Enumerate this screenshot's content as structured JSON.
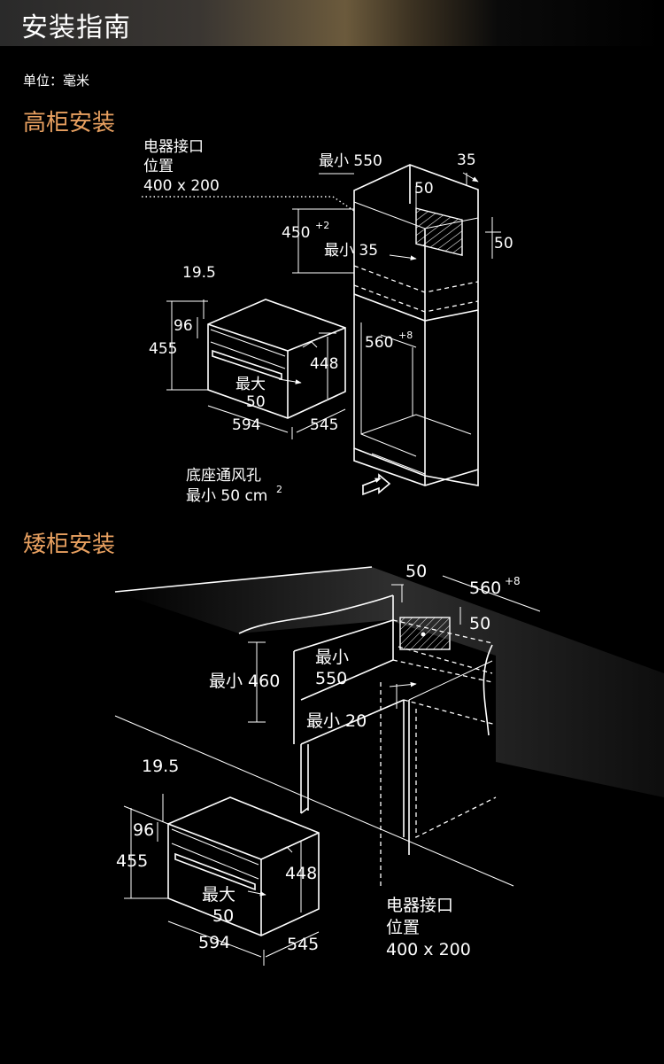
{
  "header": {
    "title": "安装指南"
  },
  "unit_label": "单位：毫米",
  "tall": {
    "title": "高柜安装",
    "socket_line1": "电器接口",
    "socket_line2": "位置",
    "socket_size": "400 x 200",
    "min550": "最小 550",
    "d35": "35",
    "d50a": "50",
    "d50b": "50",
    "h450": "450",
    "h450_sup": "+2",
    "min35": "最小 35",
    "d19_5": "19.5",
    "d96": "96",
    "d455": "455",
    "d448": "448",
    "max": "最大",
    "max50": "50",
    "w594": "594",
    "d545": "545",
    "w560": "560",
    "w560_sup": "+8",
    "vent_line1": "底座通风孔",
    "vent_line2": "最小 50 cm",
    "vent_sup": "2"
  },
  "short": {
    "title": "矮柜安装",
    "d50top": "50",
    "w560": "560",
    "w560_sup": "+8",
    "d50right": "50",
    "min460": "最小 460",
    "min": "最小",
    "min550": "550",
    "min20": "最小 20",
    "d19_5": "19.5",
    "d96": "96",
    "d455": "455",
    "d448": "448",
    "max": "最大",
    "max50": "50",
    "w594": "594",
    "d545": "545",
    "socket_line1": "电器接口",
    "socket_line2": "位置",
    "socket_size": "400 x 200"
  }
}
